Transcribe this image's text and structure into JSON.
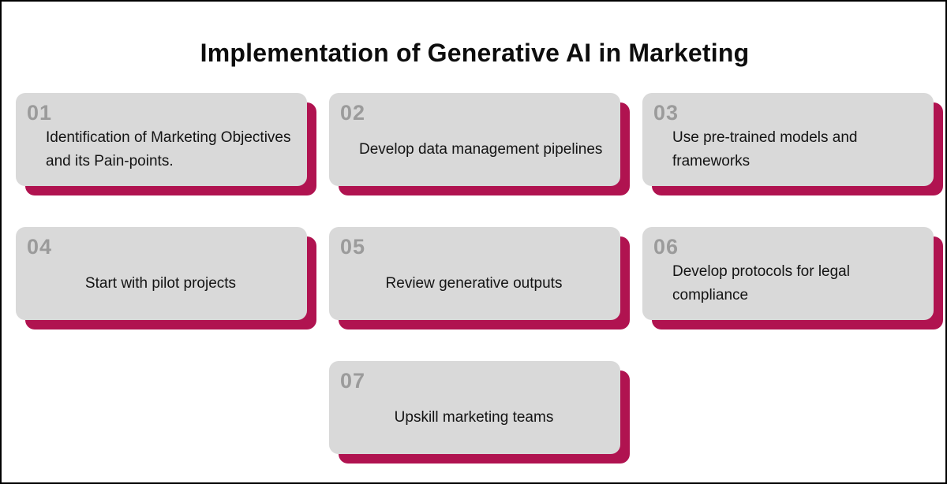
{
  "title": "Implementation of Generative AI in Marketing",
  "colors": {
    "background": "#ffffff",
    "canvas_border": "#000000",
    "card_background": "#d9d9d9",
    "card_shadow": "#b01350",
    "number_text": "#9b9b9b",
    "body_text": "#141414"
  },
  "cards": [
    {
      "number": "01",
      "text": "Identification of Marketing Objectives and its Pain-points.",
      "align": "left"
    },
    {
      "number": "02",
      "text": "Develop data management pipelines",
      "align": "left"
    },
    {
      "number": "03",
      "text": "Use pre-trained models and frameworks",
      "align": "left"
    },
    {
      "number": "04",
      "text": "Start with pilot projects",
      "align": "center"
    },
    {
      "number": "05",
      "text": "Review generative outputs",
      "align": "center"
    },
    {
      "number": "06",
      "text": "Develop protocols for legal compliance",
      "align": "left"
    },
    {
      "number": "07",
      "text": "Upskill marketing teams",
      "align": "center"
    }
  ]
}
